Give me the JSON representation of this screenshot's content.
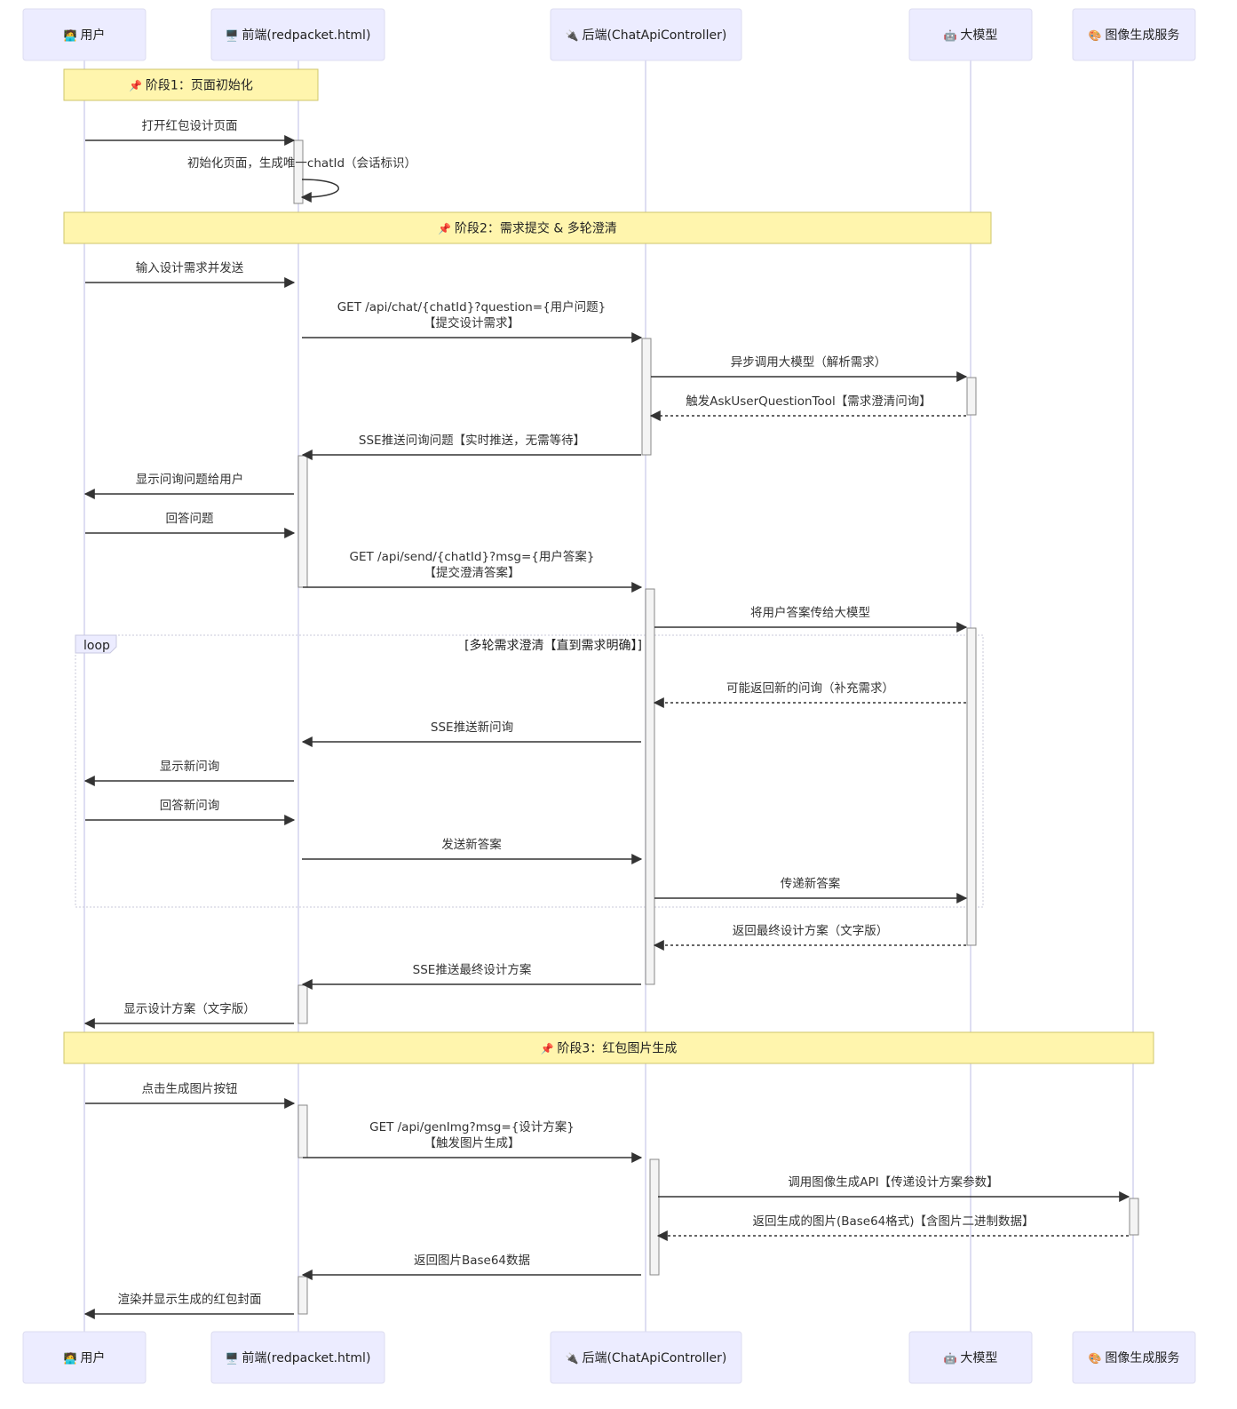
{
  "participants": [
    {
      "id": "user",
      "label": "用户",
      "icon": "user-icon",
      "glyph": "🧑‍💻"
    },
    {
      "id": "frontend",
      "label": "前端(redpacket.html)",
      "icon": "computer-icon",
      "glyph": "🖥️"
    },
    {
      "id": "backend",
      "label": "后端(ChatApiController)",
      "icon": "plug-icon",
      "glyph": "🔌"
    },
    {
      "id": "llm",
      "label": "大模型",
      "icon": "robot-icon",
      "glyph": "🤖"
    },
    {
      "id": "image",
      "label": "图像生成服务",
      "icon": "palette-icon",
      "glyph": "🎨"
    }
  ],
  "notes": [
    {
      "id": "phase1",
      "text": "阶段1：页面初始化",
      "icon": "pushpin-icon",
      "glyph": "📌",
      "from": "user",
      "to": "frontend"
    },
    {
      "id": "phase2",
      "text": "阶段2：需求提交 & 多轮澄清",
      "icon": "pushpin-icon",
      "glyph": "📌",
      "from": "user",
      "to": "llm"
    },
    {
      "id": "phase3",
      "text": "阶段3：红包图片生成",
      "icon": "pushpin-icon",
      "glyph": "📌",
      "from": "user",
      "to": "image"
    }
  ],
  "loop": {
    "label": "loop",
    "condition": "[多轮需求澄清【直到需求明确】]"
  },
  "messages": [
    {
      "from": "user",
      "to": "frontend",
      "lines": [
        "打开红包设计页面"
      ],
      "style": "solid"
    },
    {
      "from": "frontend",
      "to": "frontend",
      "lines": [
        "初始化页面，生成唯一chatId（会话标识）"
      ],
      "style": "solid"
    },
    {
      "from": "user",
      "to": "frontend",
      "lines": [
        "输入设计需求并发送"
      ],
      "style": "solid"
    },
    {
      "from": "frontend",
      "to": "backend",
      "lines": [
        "GET /api/chat/{chatId}?question={用户问题}",
        "【提交设计需求】"
      ],
      "style": "solid"
    },
    {
      "from": "backend",
      "to": "llm",
      "lines": [
        "异步调用大模型（解析需求）"
      ],
      "style": "solid"
    },
    {
      "from": "llm",
      "to": "backend",
      "lines": [
        "触发AskUserQuestionTool【需求澄清问询】"
      ],
      "style": "dashed"
    },
    {
      "from": "backend",
      "to": "frontend",
      "lines": [
        "SSE推送问询问题【实时推送，无需等待】"
      ],
      "style": "solid"
    },
    {
      "from": "frontend",
      "to": "user",
      "lines": [
        "显示问询问题给用户"
      ],
      "style": "solid"
    },
    {
      "from": "user",
      "to": "frontend",
      "lines": [
        "回答问题"
      ],
      "style": "solid"
    },
    {
      "from": "frontend",
      "to": "backend",
      "lines": [
        "GET /api/send/{chatId}?msg={用户答案}",
        "【提交澄清答案】"
      ],
      "style": "solid"
    },
    {
      "from": "backend",
      "to": "llm",
      "lines": [
        "将用户答案传给大模型"
      ],
      "style": "solid"
    },
    {
      "from": "llm",
      "to": "backend",
      "lines": [
        "可能返回新的问询（补充需求）"
      ],
      "style": "dashed"
    },
    {
      "from": "backend",
      "to": "frontend",
      "lines": [
        "SSE推送新问询"
      ],
      "style": "solid"
    },
    {
      "from": "frontend",
      "to": "user",
      "lines": [
        "显示新问询"
      ],
      "style": "solid"
    },
    {
      "from": "user",
      "to": "frontend",
      "lines": [
        "回答新问询"
      ],
      "style": "solid"
    },
    {
      "from": "frontend",
      "to": "backend",
      "lines": [
        "发送新答案"
      ],
      "style": "solid"
    },
    {
      "from": "backend",
      "to": "llm",
      "lines": [
        "传递新答案"
      ],
      "style": "solid"
    },
    {
      "from": "llm",
      "to": "backend",
      "lines": [
        "返回最终设计方案（文字版）"
      ],
      "style": "dashed"
    },
    {
      "from": "backend",
      "to": "frontend",
      "lines": [
        "SSE推送最终设计方案"
      ],
      "style": "solid"
    },
    {
      "from": "frontend",
      "to": "user",
      "lines": [
        "显示设计方案（文字版）"
      ],
      "style": "solid"
    },
    {
      "from": "user",
      "to": "frontend",
      "lines": [
        "点击生成图片按钮"
      ],
      "style": "solid"
    },
    {
      "from": "frontend",
      "to": "backend",
      "lines": [
        "GET /api/genImg?msg={设计方案}",
        "【触发图片生成】"
      ],
      "style": "solid"
    },
    {
      "from": "backend",
      "to": "image",
      "lines": [
        "调用图像生成API【传递设计方案参数】"
      ],
      "style": "solid"
    },
    {
      "from": "image",
      "to": "backend",
      "lines": [
        "返回生成的图片(Base64格式)【含图片二进制数据】"
      ],
      "style": "dashed"
    },
    {
      "from": "backend",
      "to": "frontend",
      "lines": [
        "返回图片Base64数据"
      ],
      "style": "solid"
    },
    {
      "from": "frontend",
      "to": "user",
      "lines": [
        "渲染并显示生成的红包封面"
      ],
      "style": "solid"
    }
  ],
  "colors": {
    "actor_fill": "#ececff",
    "note_fill": "#fff5ad",
    "line": "#333333",
    "lifeline": "#d4d4ee"
  }
}
